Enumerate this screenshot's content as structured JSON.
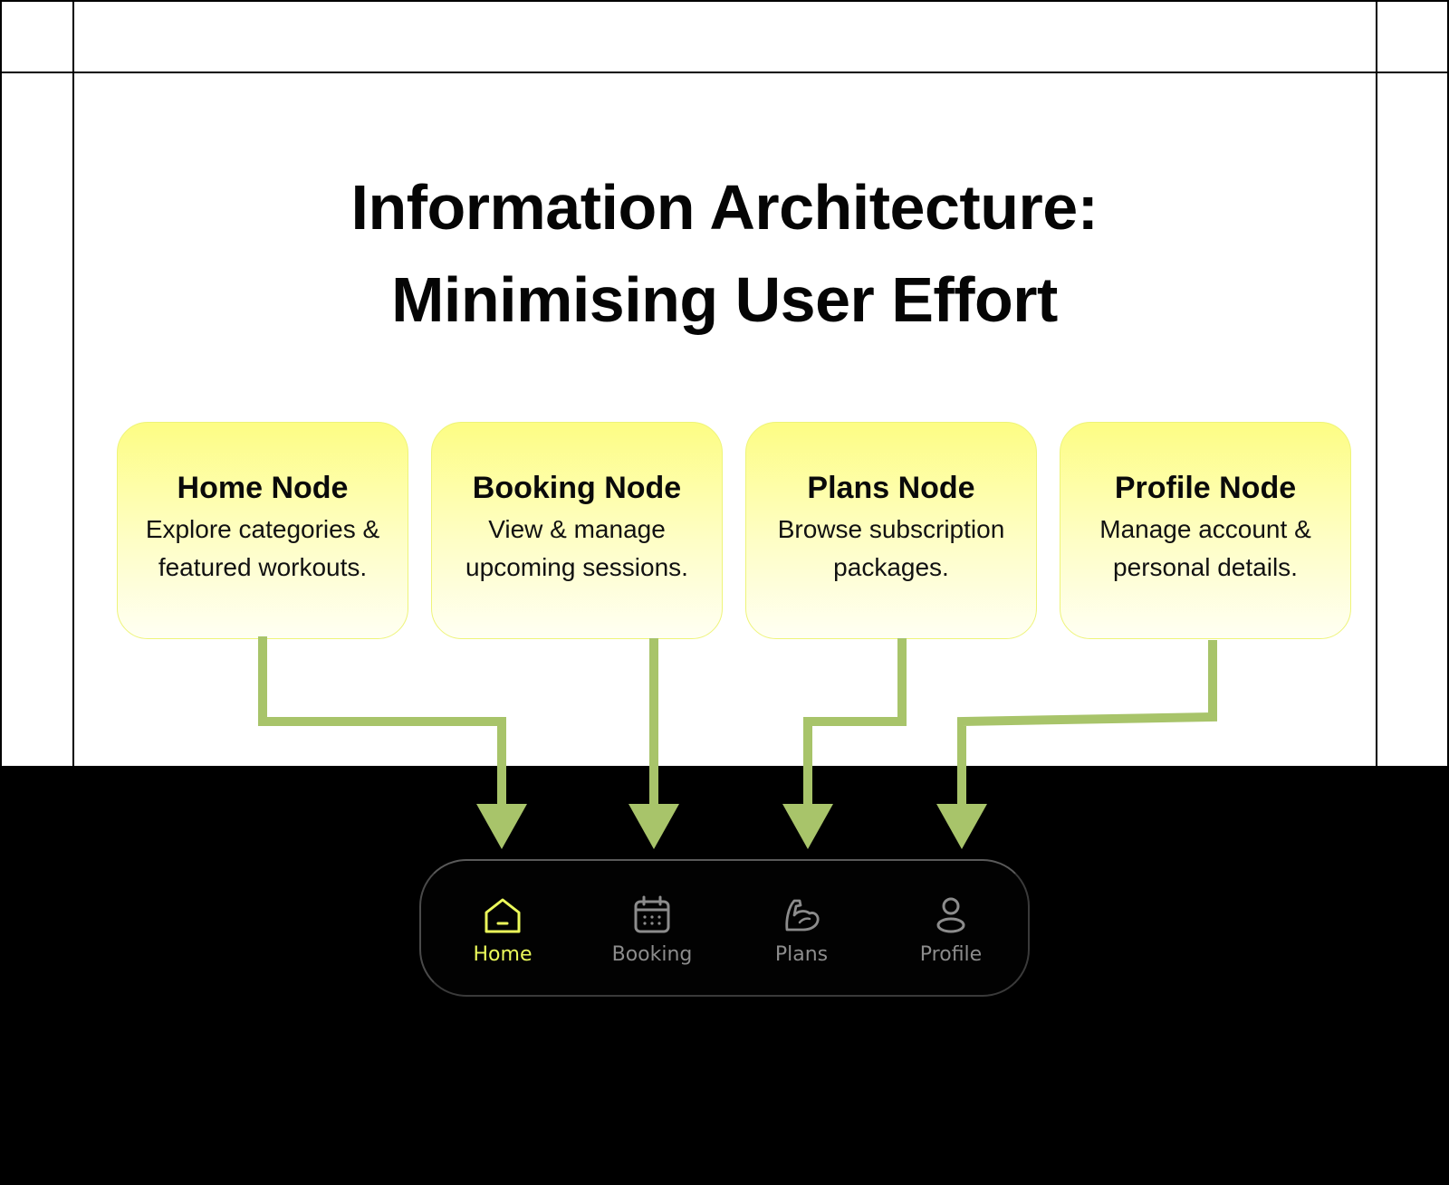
{
  "title": {
    "line1": "Information Architecture:",
    "line2": "Minimising User Effort"
  },
  "nodes": [
    {
      "title": "Home Node",
      "description": "Explore categories & featured workouts."
    },
    {
      "title": "Booking Node",
      "description": "View & manage upcoming sessions."
    },
    {
      "title": "Plans Node",
      "description": "Browse subscription packages."
    },
    {
      "title": "Profile Node",
      "description": "Manage account & personal details."
    }
  ],
  "connections": [
    {
      "from": "Home Node",
      "to": "Home"
    },
    {
      "from": "Booking Node",
      "to": "Booking"
    },
    {
      "from": "Plans Node",
      "to": "Plans"
    },
    {
      "from": "Profile Node",
      "to": "Profile"
    }
  ],
  "navbar": {
    "items": [
      {
        "label": "Home",
        "icon": "home-icon",
        "active": true
      },
      {
        "label": "Booking",
        "icon": "calendar-icon",
        "active": false
      },
      {
        "label": "Plans",
        "icon": "flexed-arm-icon",
        "active": false
      },
      {
        "label": "Profile",
        "icon": "user-icon",
        "active": false
      }
    ]
  },
  "colors": {
    "node_fill_top": "#fdfd84",
    "node_fill_bottom": "#fffff3",
    "arrow": "#a8c46a",
    "nav_active": "#ecfa5a",
    "nav_inactive": "#8c8c8c",
    "background_top": "#ffffff",
    "background_bottom": "#000000"
  }
}
